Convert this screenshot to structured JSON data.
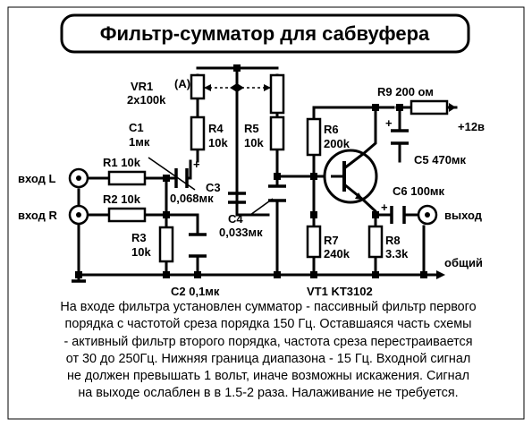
{
  "title": "Фильтр-сумматор для сабвуфера",
  "components": {
    "vr1": "VR1",
    "vr1_value": "2x100k",
    "vr1_channel": "(A)",
    "r1": "R1 10k",
    "r2": "R2 10k",
    "r3": "R3",
    "r3_value": "10k",
    "r4": "R4",
    "r4_value": "10k",
    "r5": "R5",
    "r5_value": "10k",
    "r6": "R6",
    "r6_value": "200k",
    "r7": "R7",
    "r7_value": "240k",
    "r8": "R8",
    "r8_value": "3.3k",
    "r9": "R9 200 ом",
    "c1": "C1",
    "c1_value": "1мк",
    "c2": "C2 0,1мк",
    "c3": "C3",
    "c3_value": "0,068мк",
    "c4": "C4",
    "c4_value": "0,033мк",
    "c5": "C5 470мк",
    "c6": "C6 100мк",
    "vt1": "VT1 KT3102"
  },
  "terminals": {
    "input_left": "вход L",
    "input_right": "вход R",
    "output": "выход",
    "common": "общий",
    "supply": "+12в"
  },
  "polarity_mark": "+",
  "description": "На входе фильтра установлен сумматор - пассивный фильтр первого\nпорядка с частотой среза порядка 150 Гц. Оставшаяся часть схемы\n- активный фильтр второго порядка,  частота среза  перестраивается\nот 30 до 250Гц. Нижняя граница диапазона - 15 Гц.    Входной сигнал\nне должен превышать 1 вольт,  иначе возможны искажения.  Сигнал\nна выходе ослаблен в в 1.5-2 раза. Налаживание не требуется."
}
